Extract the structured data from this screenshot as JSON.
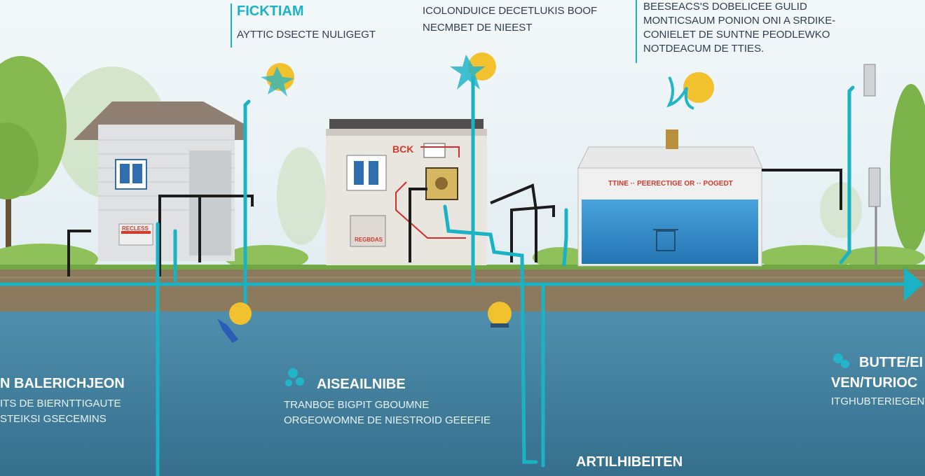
{
  "callouts": {
    "top_left": {
      "title": "FICKTIAM",
      "subtitle": "AYTTIC DSECTE NULIGEGT"
    },
    "top_center": {
      "line1": "ICOLONDUICE DECETLUKIS BOOF",
      "line2": "NECMBET DE NIEEST"
    },
    "top_right": {
      "line1": "BEESEACS'S DOBELICEE GULID",
      "line2": "MONTICSAUM PONION ONI A SRDIKE-",
      "line3": "CONIELET DE SUNTNE PEODLEWKO",
      "line4": "NOTDEACUM DE TTIES."
    }
  },
  "buildings": {
    "left_shed": {
      "tag": "RECLESS"
    },
    "center": {
      "sign": "BCK",
      "tag": "REGBDAS"
    },
    "right_tank": {
      "sign": "TTINE ·· PEERECTIGE OR ·· POGEDT"
    }
  },
  "underground": {
    "left": {
      "title": "N BALERICHJEON",
      "line1": "ITS DE BIERNTTIGAUTE",
      "line2": "STEIKSI GSECEMINS"
    },
    "center": {
      "title": "AISEAILNIBE",
      "line1": "TRANBOE BIGPIT GBOUMNE",
      "line2": "ORGEOWOMNE DE NIESTROID GEEEFIE"
    },
    "right": {
      "title1": "BUTTE/EI",
      "title2": "VEN/TURIOC",
      "line1": "ITGHUBTERIEGENT"
    },
    "bottom": {
      "title": "ARTILHIBEITEN"
    }
  },
  "icons": [
    "tree-icon",
    "shed-icon",
    "building-icon",
    "tank-icon",
    "sun-valve-icon",
    "water-drop-icon",
    "arrow-right-icon",
    "filter-icon"
  ],
  "colors": {
    "pipe": "#1ab3c6",
    "water": "#3e7e9c",
    "soil": "#8b7a5e",
    "sky": "#eef4f7",
    "tank_blue": "#2d86c4",
    "tree": "#7fb34a"
  }
}
